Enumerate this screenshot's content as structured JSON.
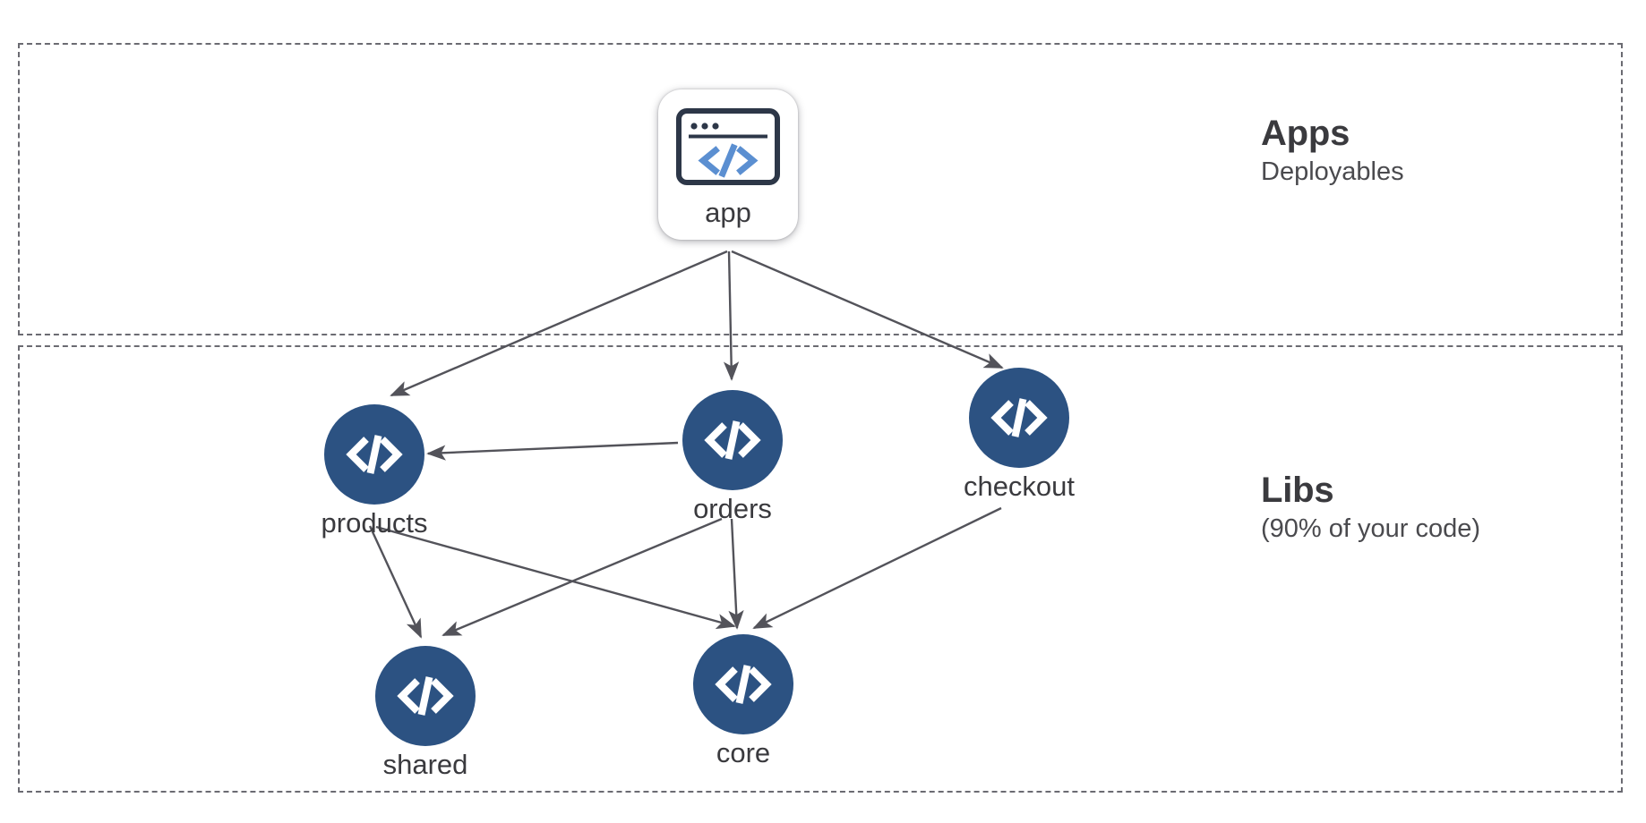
{
  "diagram": {
    "type": "dependency-graph",
    "background": "#ffffff",
    "node_color": "#2c5282",
    "text_color": "#3a3a3e",
    "edge_color": "#53535a",
    "border_color": "#6b6b72",
    "zones": [
      {
        "id": "apps",
        "title": "Apps",
        "subtitle": "Deployables"
      },
      {
        "id": "libs",
        "title": "Libs",
        "subtitle": "(90% of your code)"
      }
    ],
    "nodes": [
      {
        "id": "app",
        "label": "app",
        "zone": "apps",
        "shape": "rounded-square",
        "icon": "browser-code-icon"
      },
      {
        "id": "products",
        "label": "products",
        "zone": "libs",
        "shape": "circle",
        "icon": "code-brackets-icon"
      },
      {
        "id": "orders",
        "label": "orders",
        "zone": "libs",
        "shape": "circle",
        "icon": "code-brackets-icon"
      },
      {
        "id": "checkout",
        "label": "checkout",
        "zone": "libs",
        "shape": "circle",
        "icon": "code-brackets-icon"
      },
      {
        "id": "shared",
        "label": "shared",
        "zone": "libs",
        "shape": "circle",
        "icon": "code-brackets-icon"
      },
      {
        "id": "core",
        "label": "core",
        "zone": "libs",
        "shape": "circle",
        "icon": "code-brackets-icon"
      }
    ],
    "edges": [
      {
        "from": "app",
        "to": "products"
      },
      {
        "from": "app",
        "to": "orders"
      },
      {
        "from": "app",
        "to": "checkout"
      },
      {
        "from": "orders",
        "to": "products"
      },
      {
        "from": "products",
        "to": "shared"
      },
      {
        "from": "products",
        "to": "core"
      },
      {
        "from": "orders",
        "to": "shared"
      },
      {
        "from": "orders",
        "to": "core"
      },
      {
        "from": "checkout",
        "to": "core"
      }
    ]
  }
}
